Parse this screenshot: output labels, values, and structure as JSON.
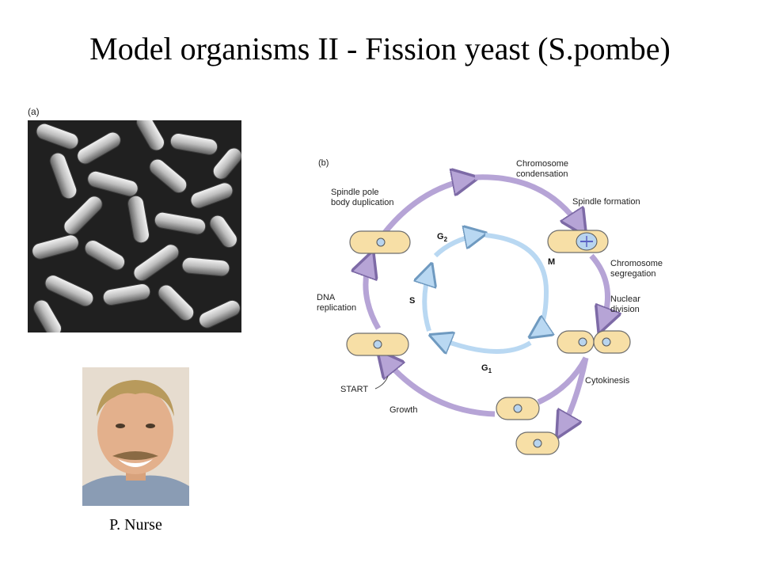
{
  "title": "Model organisms II - Fission yeast (S.pombe)",
  "panel_a": {
    "label": "(a)"
  },
  "portrait": {
    "caption": "P. Nurse"
  },
  "diagram": {
    "panel_label": "(b)",
    "outer_labels": {
      "chromosome_condensation_1": "Chromosome",
      "chromosome_condensation_2": "condensation",
      "spindle_formation": "Spindle formation",
      "chromosome_segregation_1": "Chromosome",
      "chromosome_segregation_2": "segregation",
      "nuclear_division_1": "Nuclear",
      "nuclear_division_2": "division",
      "cytokinesis": "Cytokinesis",
      "growth": "Growth",
      "start": "START",
      "dna_replication_1": "DNA",
      "dna_replication_2": "replication",
      "spb_duplication_1": "Spindle pole",
      "spb_duplication_2": "body duplication"
    },
    "phases": {
      "g2": "G",
      "g2_sub": "2",
      "m": "M",
      "g1": "G",
      "g1_sub": "1",
      "s": "S"
    },
    "colors": {
      "outer_arrow": "#b6a4d6",
      "inner_arrow": "#b9d8f2",
      "cell_fill": "#f7dfa6",
      "nucleus": "#b8d4ee"
    }
  }
}
